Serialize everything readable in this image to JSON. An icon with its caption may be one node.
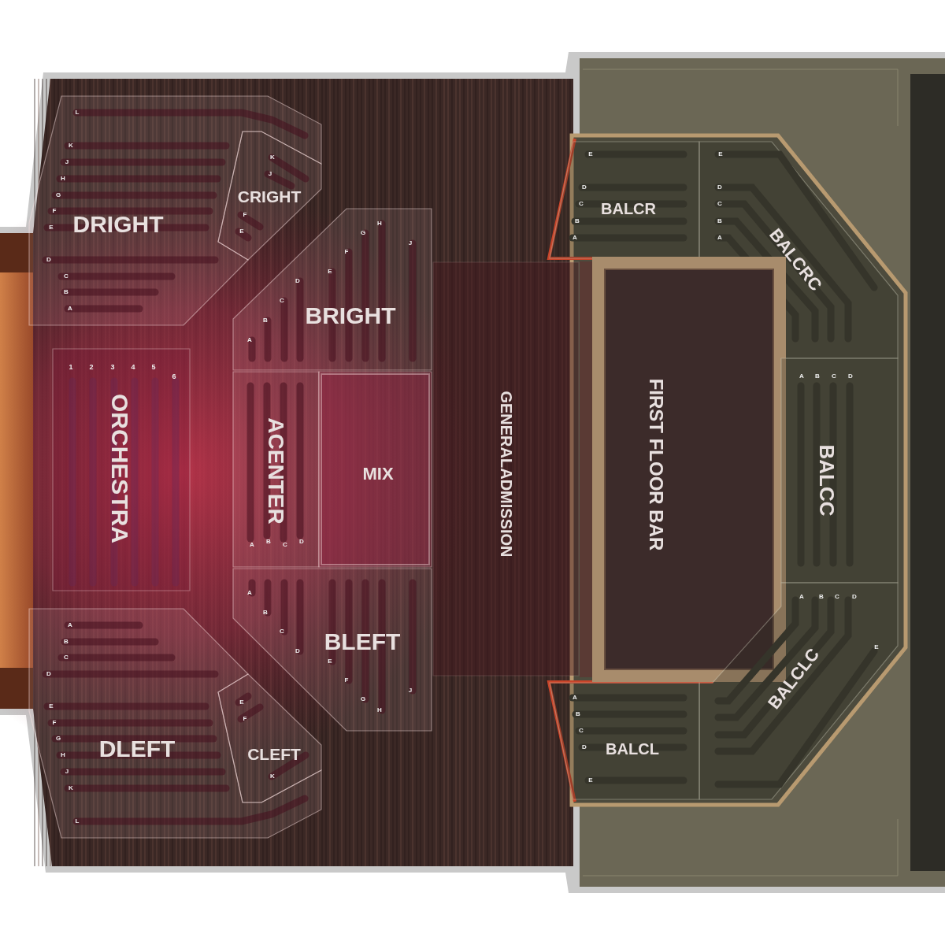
{
  "diagram": {
    "nodes": [
      {
        "text": [
          "DRIGHT",
          "L",
          "K",
          "J",
          "H",
          "G",
          "F",
          "E",
          "D",
          "C",
          "B",
          "A"
        ]
      },
      {
        "text": [
          "CRIGHT",
          "K",
          "J",
          "F",
          "E"
        ]
      },
      {
        "text": [
          "BALCR",
          "E",
          "D",
          "C",
          "B",
          "A"
        ]
      },
      {
        "text": [
          "BALCRC",
          "E",
          "D",
          "C",
          "B",
          "A"
        ]
      },
      {
        "text": [
          "BRIGHT",
          "A",
          "B",
          "C",
          "D",
          "E",
          "F",
          "G",
          "H",
          "J"
        ]
      },
      {
        "text": [
          "ORCHESTRA",
          "1",
          "2",
          "3",
          "4",
          "5",
          "6"
        ]
      },
      {
        "text": [
          "ACENTER",
          "A",
          "B",
          "C",
          "D"
        ]
      },
      {
        "text": [
          "MIX"
        ]
      },
      {
        "text": [
          "GENERALADMISSION"
        ]
      },
      {
        "text": [
          "FIRST FLOOR BAR"
        ]
      },
      {
        "text": [
          "BALCC",
          "A",
          "B",
          "C",
          "D"
        ]
      },
      {
        "text": [
          "BLEFT",
          "A",
          "B",
          "C",
          "D",
          "E",
          "F",
          "G",
          "H",
          "J"
        ]
      },
      {
        "text": [
          "DLEFT",
          "A",
          "B",
          "C",
          "D",
          "E",
          "F",
          "G",
          "H",
          "J",
          "K",
          "L"
        ]
      },
      {
        "text": [
          "CLEFT",
          "E",
          "F",
          "K"
        ]
      },
      {
        "text": [
          "BALCLC",
          "A",
          "B",
          "C",
          "D",
          "E"
        ]
      },
      {
        "text": [
          "BALCL",
          "A",
          "B",
          "C",
          "D",
          "E"
        ]
      }
    ]
  }
}
